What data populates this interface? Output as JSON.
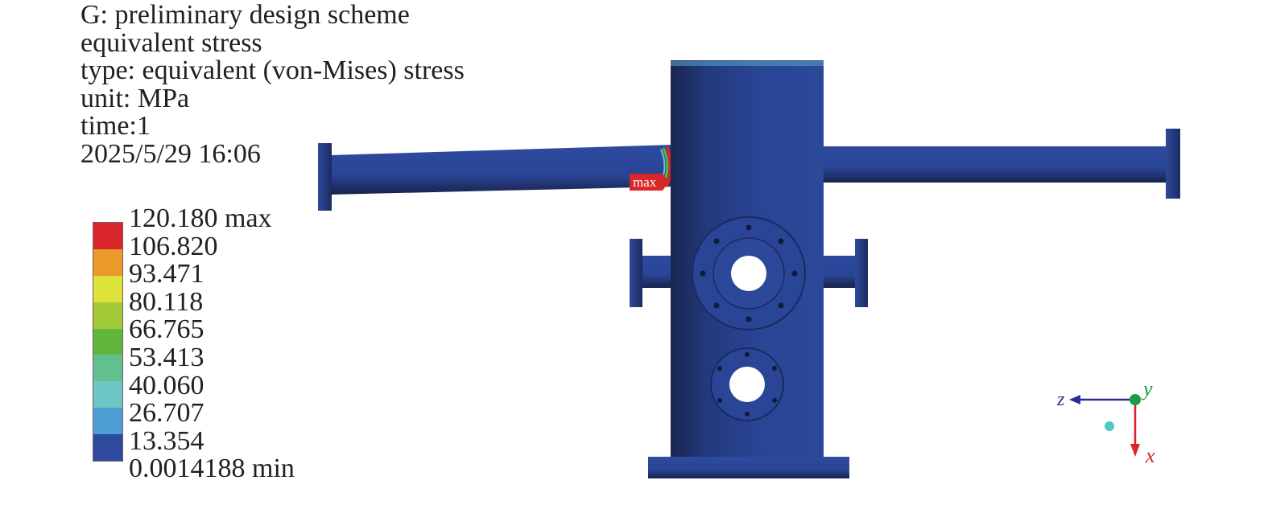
{
  "header": {
    "lines": [
      "G: preliminary design scheme",
      "equivalent stress",
      "type: equivalent (von-Mises) stress",
      "unit: MPa",
      "time:1",
      "2025/5/29 16:06"
    ]
  },
  "legend": {
    "labels": [
      "120.180 max",
      "106.820",
      "93.471",
      "80.118",
      "66.765",
      "53.413",
      "40.060",
      "26.707",
      "13.354",
      "0.0014188 min"
    ],
    "colors": [
      "#d9262a",
      "#e99a2a",
      "#dde33a",
      "#a3cb38",
      "#5fb63a",
      "#62c08f",
      "#6cc6c6",
      "#4f9fd6",
      "#2e4a9e"
    ]
  },
  "model": {
    "max_marker": "max",
    "body_color": "#2a4596",
    "dark_color": "#1a2650"
  },
  "triad": {
    "z_label": "z",
    "y_label": "y",
    "x_label": "x",
    "z_color": "#2a2f8f",
    "y_color": "#1a9a4a",
    "x_color": "#e0202a"
  }
}
